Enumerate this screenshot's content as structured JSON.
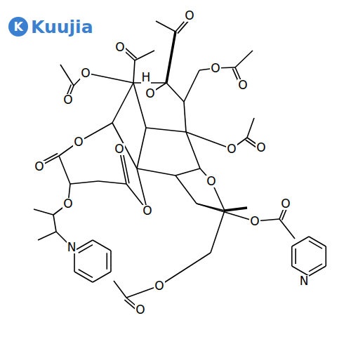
{
  "diagram": {
    "labels": [
      "K",
      "Kuujia",
      "O",
      "O",
      "O",
      "O",
      "H",
      "O",
      "O",
      "O",
      "O",
      "O",
      "O",
      "O",
      "O",
      "O",
      "O",
      "O",
      "O",
      "O",
      "N",
      "N",
      "O",
      "O"
    ]
  }
}
